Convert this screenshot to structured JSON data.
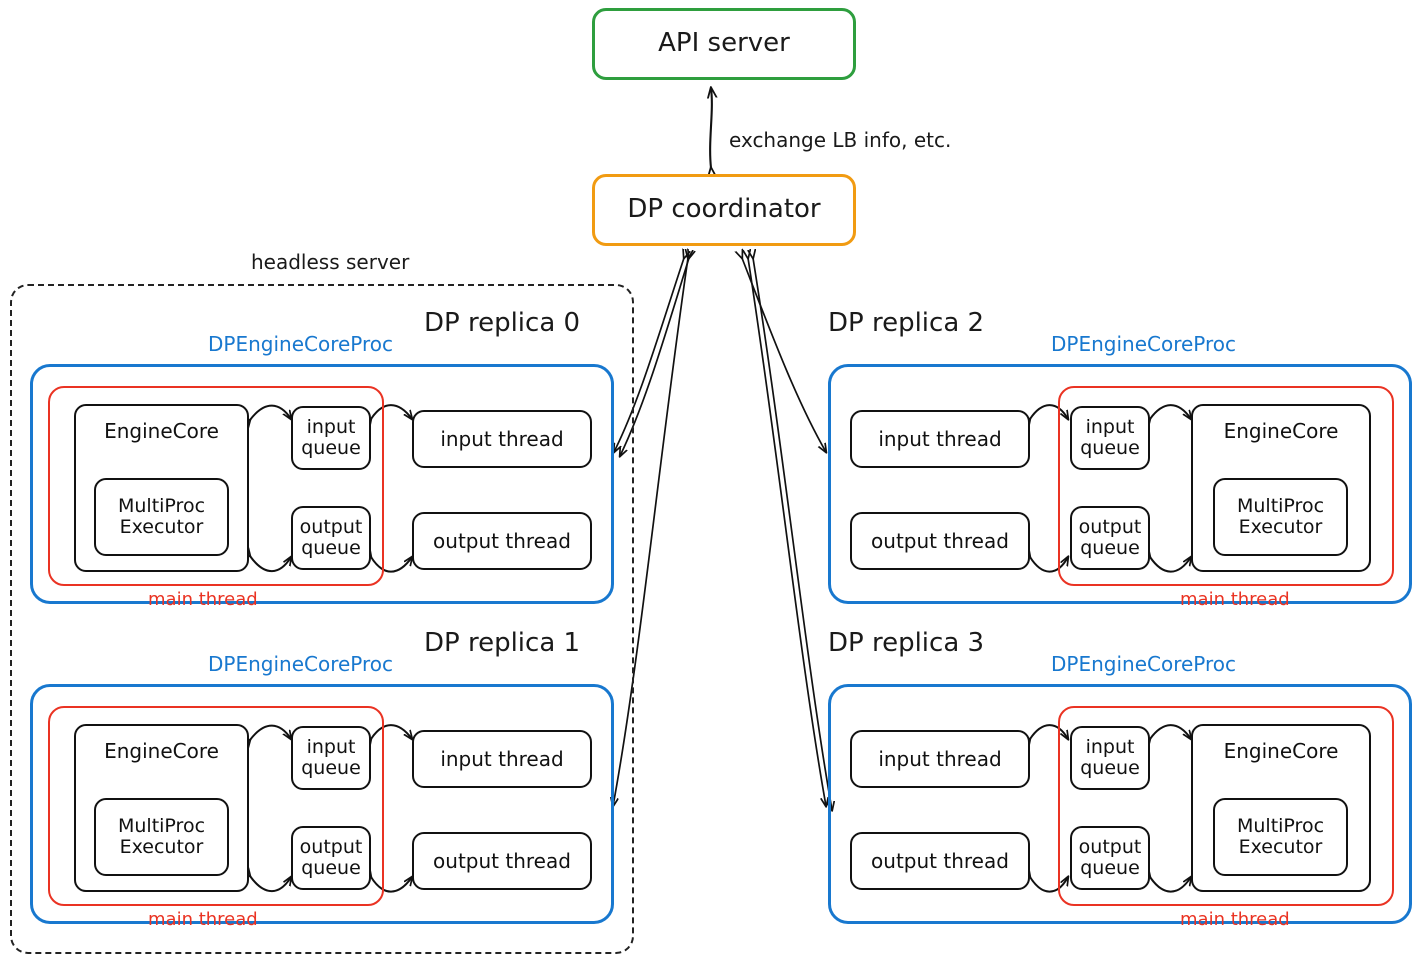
{
  "diagram": {
    "title_nodes": {
      "api_server": "API server",
      "dp_coordinator": "DP coordinator",
      "exchange_label": "exchange LB info, etc."
    },
    "headless_server_label": "headless server",
    "colors": {
      "api_server_border": "#2e9e3e",
      "coordinator_border": "#f19b12",
      "process_border": "#1878cf",
      "main_thread_border": "#ea3323",
      "box_border": "#111111",
      "dashed_border": "#222222"
    },
    "common_labels": {
      "process": "DPEngineCoreProc",
      "main_thread": "main thread",
      "engine_core": "EngineCore",
      "multiproc_executor_line1": "MultiProc",
      "multiproc_executor_line2": "Executor",
      "input_queue_line1": "input",
      "input_queue_line2": "queue",
      "output_queue_line1": "output",
      "output_queue_line2": "queue",
      "input_thread": "input thread",
      "output_thread": "output thread"
    },
    "replicas": [
      {
        "id": "r0",
        "title": "DP replica 0",
        "orientation": "left",
        "inside_headless": true
      },
      {
        "id": "r1",
        "title": "DP replica 1",
        "orientation": "left",
        "inside_headless": true
      },
      {
        "id": "r2",
        "title": "DP replica 2",
        "orientation": "right",
        "inside_headless": false
      },
      {
        "id": "r3",
        "title": "DP replica 3",
        "orientation": "right",
        "inside_headless": false
      }
    ],
    "connections": [
      {
        "from": "DP coordinator",
        "to": "API server",
        "label": "exchange LB info, etc.",
        "bidirectional": true
      },
      {
        "from": "DP coordinator",
        "to": "DP replica 0",
        "bidirectional": true
      },
      {
        "from": "DP coordinator",
        "to": "DP replica 1",
        "bidirectional": true
      },
      {
        "from": "DP coordinator",
        "to": "DP replica 2",
        "bidirectional": true
      },
      {
        "from": "DP coordinator",
        "to": "DP replica 3",
        "bidirectional": true
      },
      {
        "from": "EngineCore",
        "to": "input queue",
        "bidirectional": true
      },
      {
        "from": "input queue",
        "to": "input thread",
        "bidirectional": true
      },
      {
        "from": "EngineCore",
        "to": "output queue",
        "bidirectional": true
      },
      {
        "from": "output queue",
        "to": "output thread",
        "bidirectional": true
      }
    ]
  }
}
